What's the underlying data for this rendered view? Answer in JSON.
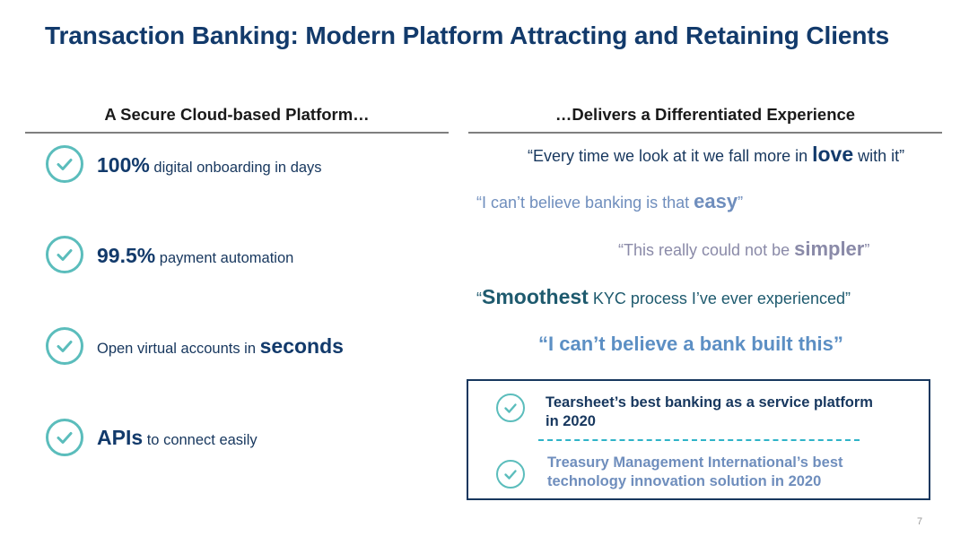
{
  "title": "Transaction Banking: Modern Platform Attracting and Retaining Clients",
  "left_column": {
    "heading": "A Secure Cloud-based Platform…",
    "items": [
      {
        "lead": "100%",
        "text": " digital onboarding in days"
      },
      {
        "lead": "99.5%",
        "text": " payment automation"
      },
      {
        "text": "Open virtual accounts in ",
        "emphasis": "seconds"
      },
      {
        "lead": "APIs",
        "text": " to connect easily"
      }
    ]
  },
  "right_column": {
    "heading": "…Delivers a Differentiated Experience",
    "quotes": [
      {
        "before": "“Every time we look at it we fall more in ",
        "emphasis": "love",
        "after": " with it”",
        "color": "#17375e"
      },
      {
        "before": "“I can’t believe banking is that ",
        "emphasis": "easy",
        "after": "”",
        "color": "#6f8ebd"
      },
      {
        "before": "“This really could not be ",
        "emphasis": "simpler",
        "after": "”",
        "color": "#8a8aa8"
      },
      {
        "before": "“",
        "emphasis": "Smoothest",
        "after": " KYC process I’ve ever experienced”",
        "color": "#1e5a6e"
      },
      {
        "text": "“I can’t believe a bank built this”",
        "color": "#5c8fc4"
      }
    ]
  },
  "awards": [
    {
      "line1": "Tearsheet’s best banking as a service platform",
      "line2": "in 2020",
      "color": "#17375e"
    },
    {
      "line1": "Treasury Management International’s best",
      "line2": "technology innovation solution in 2020",
      "color": "#6f8ebd"
    }
  ],
  "colors": {
    "title": "#123a6b",
    "check": "#5bbdbc",
    "dash": "#2eb3c8"
  },
  "page_number": "7"
}
